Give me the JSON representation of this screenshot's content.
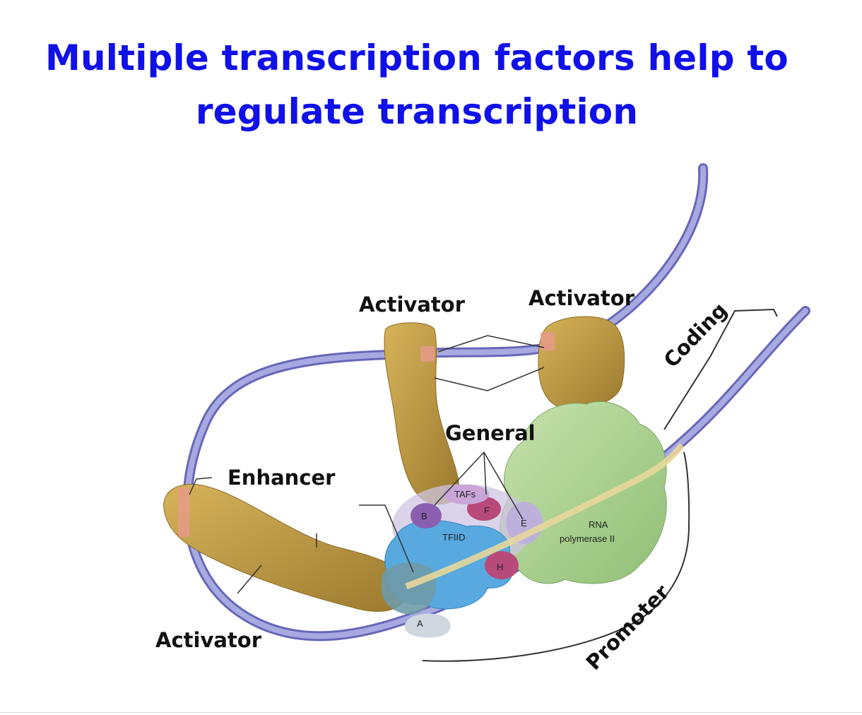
{
  "title": {
    "line1": "Multiple transcription factors help to",
    "line2": "regulate transcription"
  },
  "labels": {
    "activator_top_left": "Activator",
    "activator_top_right": "Activator",
    "activator_bottom": "Activator",
    "enhancer": "Enhancer",
    "general": "General",
    "coding": "Coding",
    "promoter": "Promoter"
  },
  "proteins": {
    "tafs": "TAFs",
    "b": "B",
    "f": "F",
    "e": "E",
    "tfiid": "TFIID",
    "h": "H",
    "a": "A",
    "rna_pol_line1": "RNA",
    "rna_pol_line2": "polymerase II"
  },
  "colors": {
    "title": "#1010e8",
    "dna": "#8f8fd0",
    "activator": "#b8923e",
    "polymerase": "#a9cf8e",
    "tfiid": "#57a9e0"
  }
}
